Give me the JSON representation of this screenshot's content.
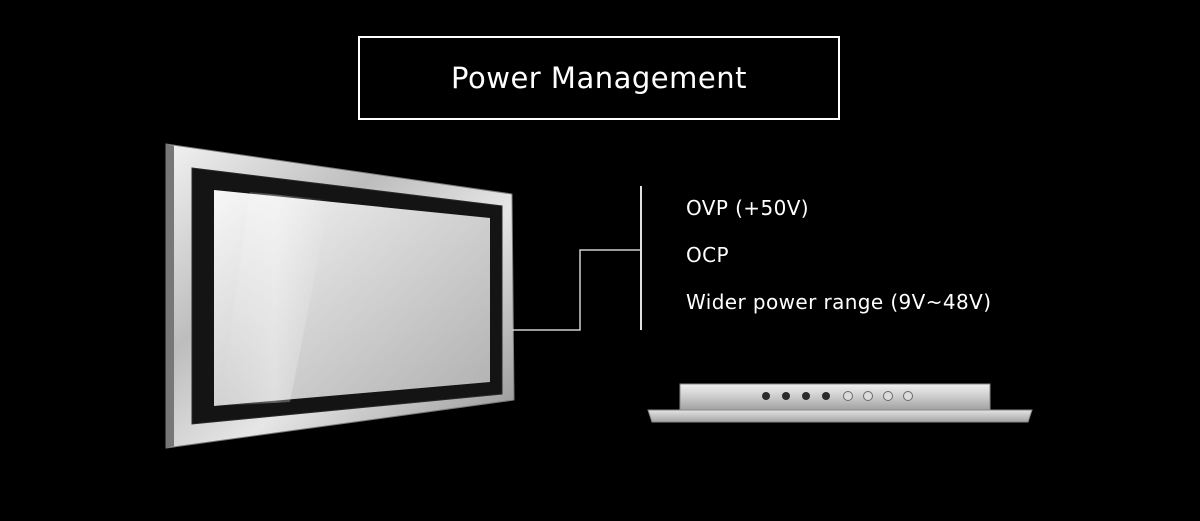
{
  "title": "Power Management",
  "features": [
    "OVP (+50V)",
    "OCP",
    "Wider power range (9V~48V)"
  ],
  "colors": {
    "background": "#000000",
    "text": "#ffffff",
    "frame": "#c9c9c9",
    "bezel": "#151515"
  },
  "images": {
    "front_view": "panel-pc-front-view",
    "side_view": "panel-pc-side-view"
  }
}
